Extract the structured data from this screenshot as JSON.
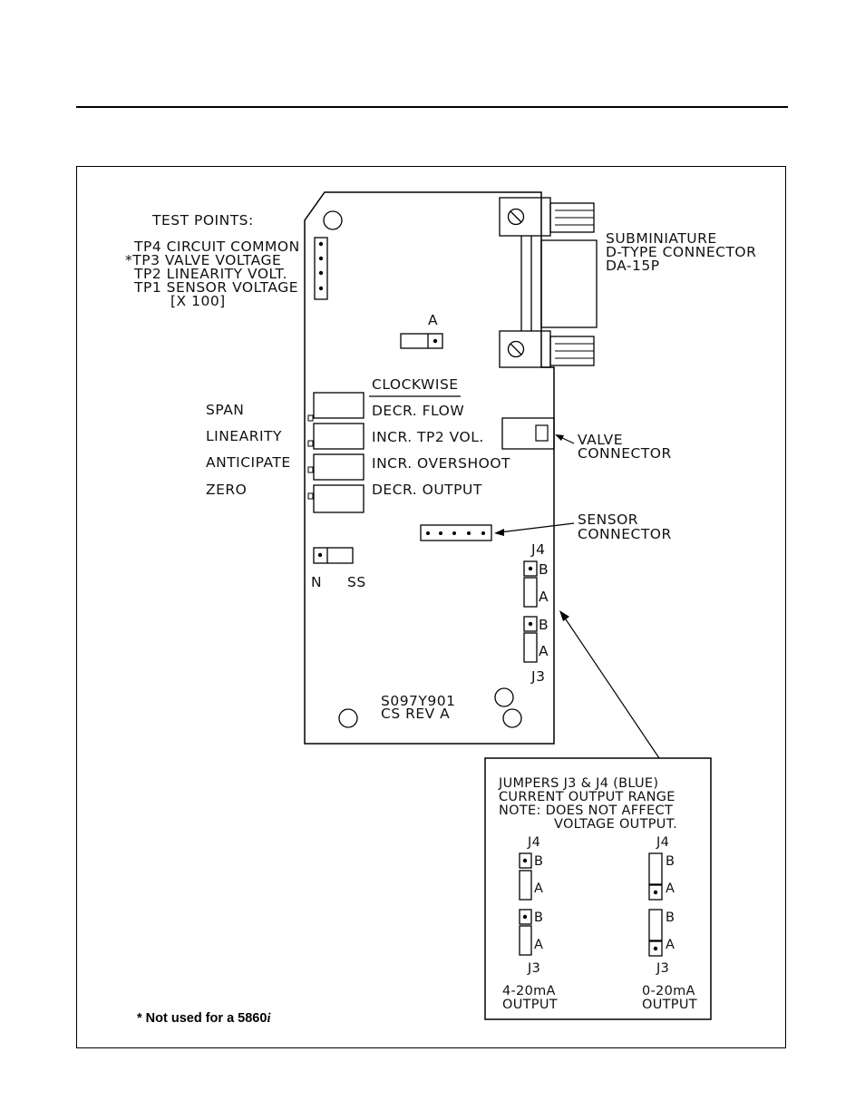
{
  "test_points": {
    "heading": "TEST POINTS:",
    "lines": [
      "TP4 CIRCUIT COMMON",
      "*TP3 VALVE VOLTAGE",
      "TP2 LINEARITY VOLT.",
      "TP1 SENSOR VOLTAGE",
      "[X 100]"
    ]
  },
  "connector": {
    "lines": [
      "SUBMINIATURE",
      "D-TYPE CONNECTOR",
      "DA-15P"
    ]
  },
  "jumper_a_label": "A",
  "clockwise_header": "CLOCKWISE",
  "pots": [
    {
      "name": "SPAN",
      "action": "DECR. FLOW"
    },
    {
      "name": "LINEARITY",
      "action": "INCR. TP2 VOL."
    },
    {
      "name": "ANTICIPATE",
      "action": "INCR. OVERSHOOT"
    },
    {
      "name": "ZERO",
      "action": "DECR. OUTPUT"
    }
  ],
  "valve_connector": [
    "VALVE",
    "CONNECTOR"
  ],
  "sensor_connector": [
    "SENSOR",
    "CONNECTOR"
  ],
  "switch_labels": {
    "left": "N",
    "right": "SS"
  },
  "board_jumpers": {
    "j4": "J4",
    "j3": "J3",
    "b": "B",
    "a": "A"
  },
  "board_id": [
    "S097Y901",
    "CS REV  A"
  ],
  "inset": {
    "lines": [
      "JUMPERS J3 & J4 (BLUE)",
      "CURRENT OUTPUT RANGE",
      "NOTE: DOES NOT AFFECT",
      "VOLTAGE OUTPUT."
    ],
    "left_caption": [
      "4-20mA",
      "OUTPUT"
    ],
    "right_caption": [
      "0-20mA",
      "OUTPUT"
    ],
    "j4": "J4",
    "j3": "J3",
    "b": "B",
    "a": "A"
  },
  "footnote": {
    "text": "*  Not used for a 5860",
    "suffix": "i"
  }
}
